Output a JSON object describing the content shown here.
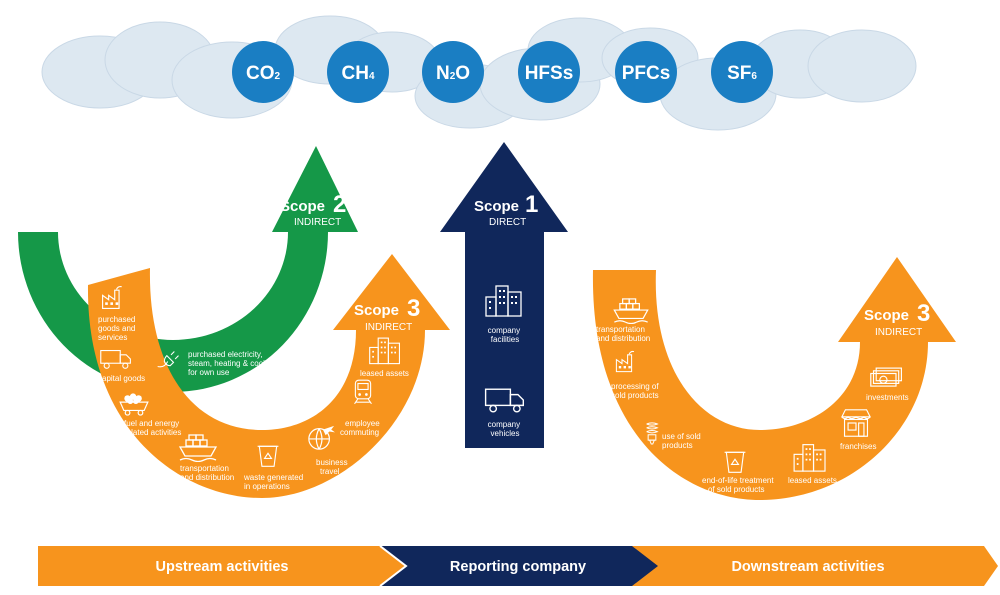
{
  "colors": {
    "orange": "#f7941d",
    "green": "#159848",
    "navy": "#10275b",
    "gas_blue": "#1a7ec3",
    "cloud": "#dde8f1",
    "white": "#ffffff"
  },
  "gases": [
    {
      "base": "CO",
      "sub": "2"
    },
    {
      "base": "CH",
      "sub": "4"
    },
    {
      "base": "N",
      "sub": "2",
      "tail": "O"
    },
    {
      "base": "HFSs",
      "sub": ""
    },
    {
      "base": "PFCs",
      "sub": ""
    },
    {
      "base": "SF",
      "sub": "6"
    }
  ],
  "scopes": {
    "scope2": {
      "word": "Scope",
      "number": "2",
      "type": "INDIRECT"
    },
    "scope1": {
      "word": "Scope",
      "number": "1",
      "type": "DIRECT"
    },
    "scope3_up": {
      "word": "Scope",
      "number": "3",
      "type": "INDIRECT"
    },
    "scope3_down": {
      "word": "Scope",
      "number": "3",
      "type": "INDIRECT"
    }
  },
  "scope2_activity": {
    "icon": "plug-icon",
    "lines": [
      "purchased electricity,",
      "steam, heating & cooling",
      "for own use"
    ]
  },
  "scope1_activities": [
    {
      "icon": "buildings-icon",
      "lines": [
        "company",
        "facilities"
      ]
    },
    {
      "icon": "truck-icon",
      "lines": [
        "company",
        "vehicles"
      ]
    }
  ],
  "upstream_activities": [
    {
      "icon": "factory-icon",
      "lines": [
        "purchased",
        "goods and",
        "services"
      ]
    },
    {
      "icon": "truck-icon",
      "lines": [
        "capital goods"
      ]
    },
    {
      "icon": "coal-cart-icon",
      "lines": [
        "fuel and energy",
        "related activities"
      ]
    },
    {
      "icon": "ship-icon",
      "lines": [
        "transportation",
        "and distribution"
      ]
    },
    {
      "icon": "recycle-bin-icon",
      "lines": [
        "waste generated",
        "in operations"
      ]
    },
    {
      "icon": "globe-plane-icon",
      "lines": [
        "business",
        "travel"
      ]
    },
    {
      "icon": "train-icon",
      "lines": [
        "employee",
        "commuting"
      ]
    },
    {
      "icon": "buildings-icon",
      "lines": [
        "leased assets"
      ]
    }
  ],
  "downstream_activities": [
    {
      "icon": "ship-icon",
      "lines": [
        "transportation",
        "and distribution"
      ]
    },
    {
      "icon": "factory-icon",
      "lines": [
        "processing of",
        "sold products"
      ]
    },
    {
      "icon": "bulb-icon",
      "lines": [
        "use of sold",
        "products"
      ]
    },
    {
      "icon": "recycle-bin-icon",
      "lines": [
        "end-of-life treatment",
        "of sold products"
      ]
    },
    {
      "icon": "buildings-icon",
      "lines": [
        "leased assets"
      ]
    },
    {
      "icon": "shop-icon",
      "lines": [
        "franchises"
      ]
    },
    {
      "icon": "money-icon",
      "lines": [
        "investments"
      ]
    }
  ],
  "bands": {
    "upstream": "Upstream activities",
    "reporting": "Reporting company",
    "downstream": "Downstream activities"
  }
}
